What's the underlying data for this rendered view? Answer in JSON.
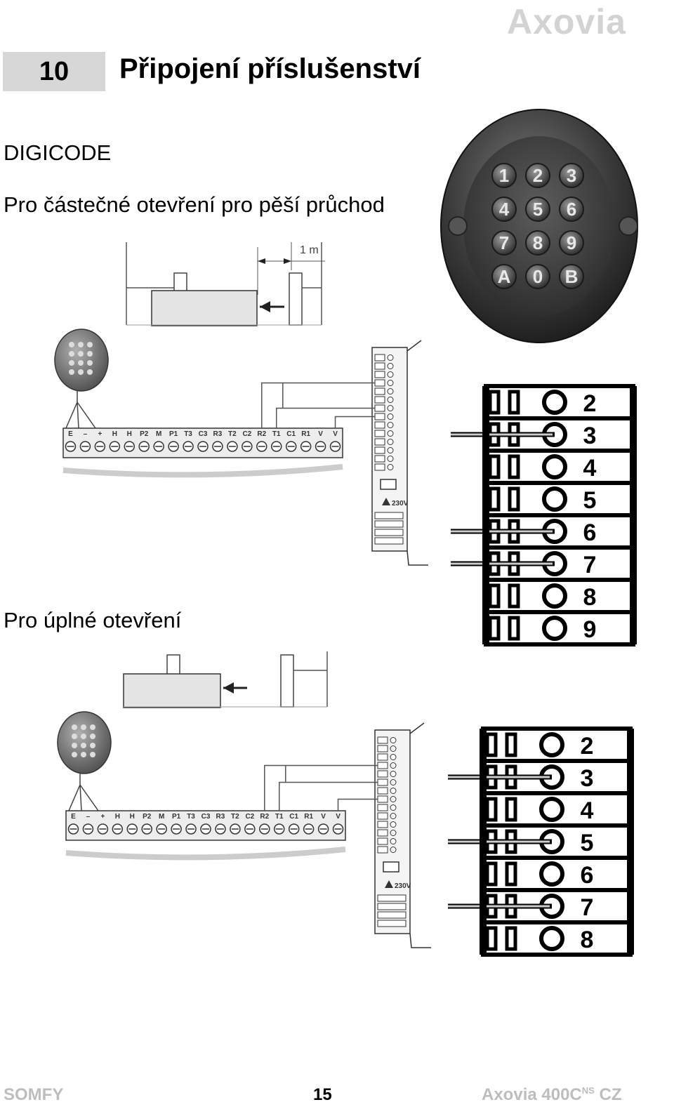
{
  "logo": "Axovia",
  "chapter": {
    "number": "10",
    "title": "Připojení příslušenství"
  },
  "section": "DIGICODE",
  "partial": {
    "caption": "Pro částečné otevření pro pěší průchod",
    "distance": "1 m"
  },
  "full": {
    "caption": "Pro úplné otevření"
  },
  "keypad": {
    "keys": [
      "1",
      "2",
      "3",
      "4",
      "5",
      "6",
      "7",
      "8",
      "9",
      "A",
      "0",
      "B"
    ]
  },
  "terminals": [
    "E",
    "–",
    "+",
    "H",
    "H",
    "P2",
    "M",
    "P1",
    "T3",
    "C3",
    "R3",
    "T2",
    "C2",
    "R2",
    "T1",
    "C1",
    "R1",
    "V",
    "V"
  ],
  "mains_label": "230V",
  "zoom_partial": {
    "numbers": [
      "2",
      "3",
      "4",
      "5",
      "6",
      "7",
      "8",
      "9"
    ],
    "wired": [
      "3",
      "6",
      "7"
    ]
  },
  "zoom_full": {
    "numbers": [
      "2",
      "3",
      "4",
      "5",
      "6",
      "7",
      "8"
    ],
    "wired": [
      "3",
      "5",
      "7"
    ]
  },
  "footer": {
    "brand": "SOMFY",
    "page": "15",
    "product": "Axovia 400C",
    "sup": "NS",
    "lang": "CZ"
  }
}
